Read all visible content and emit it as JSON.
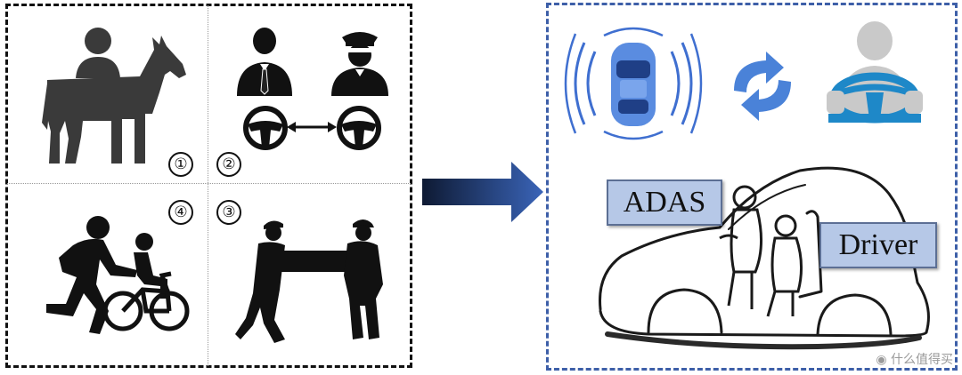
{
  "left_panel": {
    "scenario_numbers": [
      "①",
      "②",
      "③",
      "④"
    ]
  },
  "right_panel": {
    "adas_label": "ADAS",
    "driver_label": "Driver"
  },
  "watermark": {
    "text": "什么值得买"
  },
  "colors": {
    "left_border": "#111111",
    "right_border": "#3d5fa8",
    "arrow_dark": "#0e1a33",
    "arrow_light": "#3a64b8",
    "label_fill": "#b6c8e7",
    "icon_blue": "#4a7fd6",
    "steering_blue": "#1e88c8"
  }
}
